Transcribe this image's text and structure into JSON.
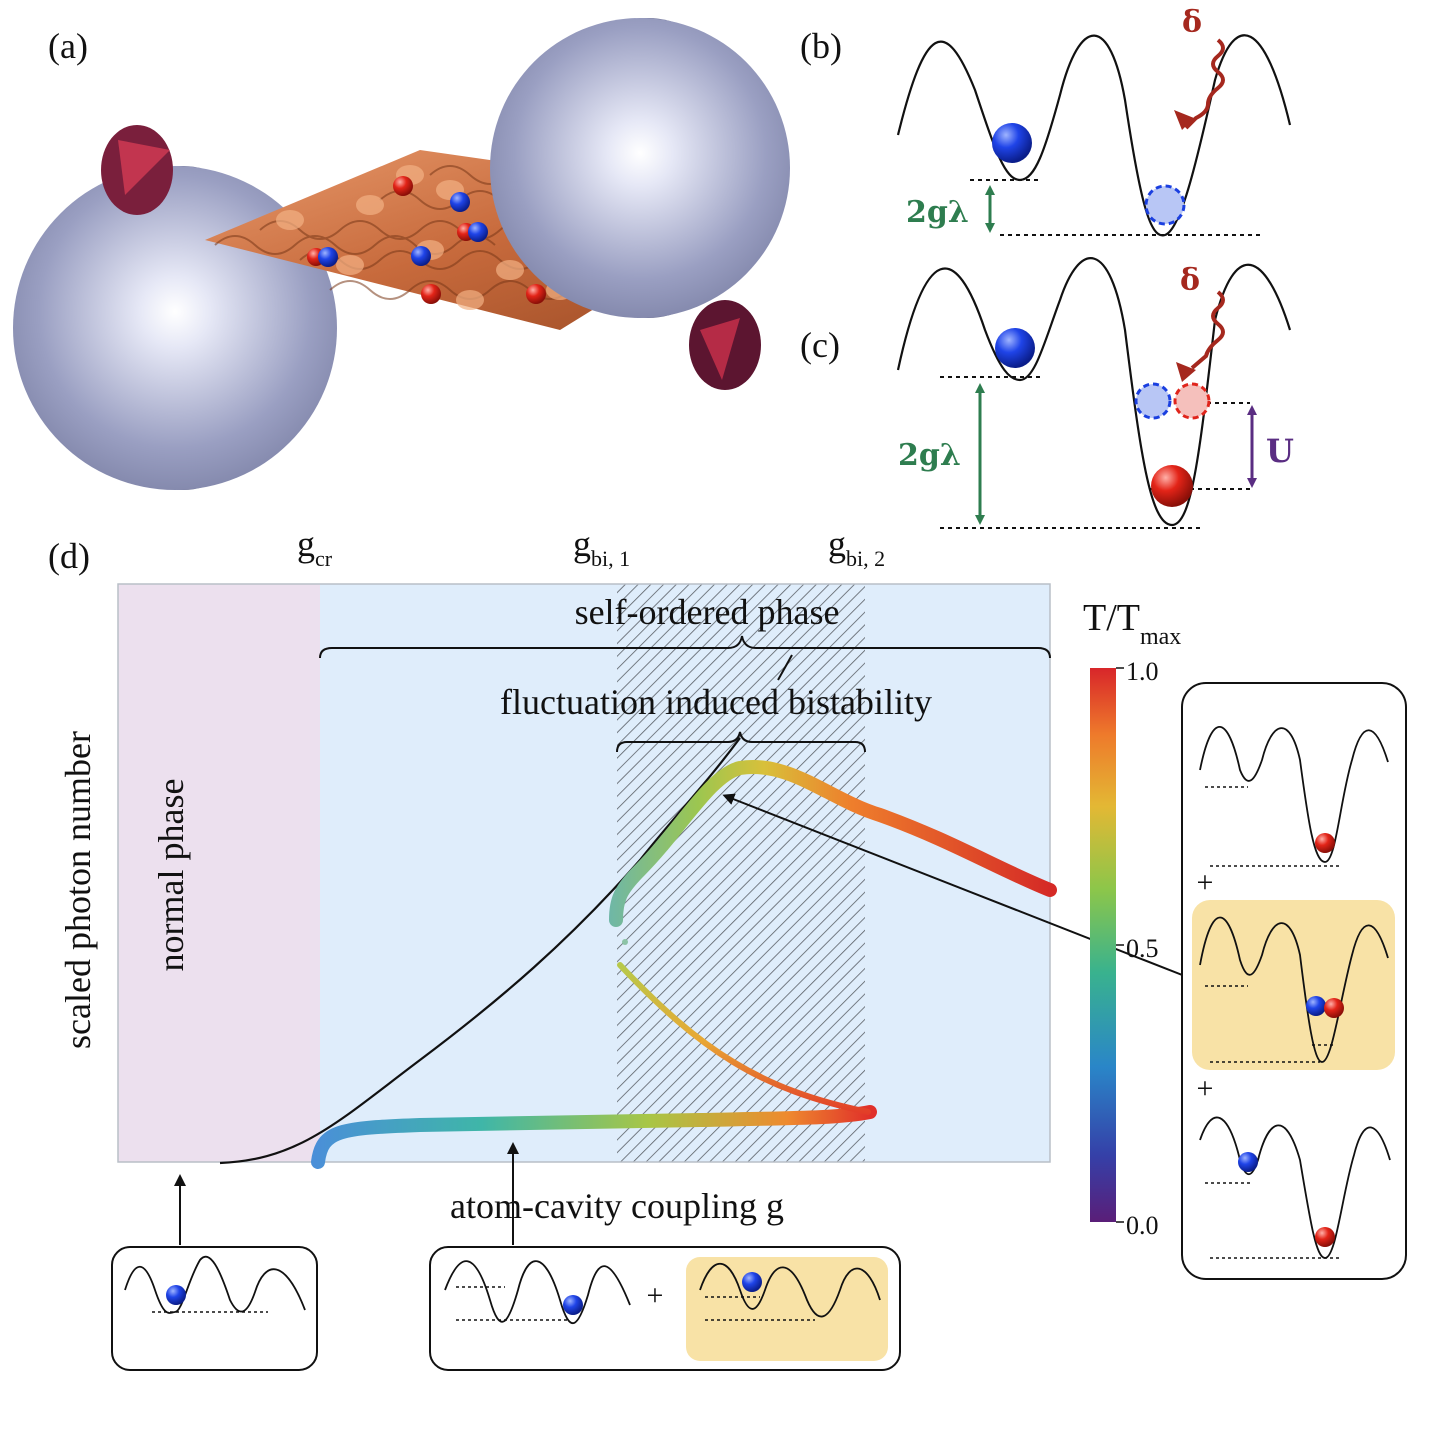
{
  "panel_labels": {
    "a": "(a)",
    "b": "(b)",
    "c": "(c)",
    "d": "(d)"
  },
  "panel_b": {
    "delta": "δ",
    "gap": "2gλ"
  },
  "panel_c": {
    "delta": "δ",
    "gap": "2gλ",
    "interaction": "U"
  },
  "panel_d": {
    "g_cr": {
      "base": "g",
      "sub": "cr"
    },
    "g_bi1": {
      "base": "g",
      "sub": "bi, 1"
    },
    "g_bi2": {
      "base": "g",
      "sub": "bi, 2"
    },
    "ylabel": "scaled photon number",
    "xlabel": "atom-cavity coupling g",
    "normal_phase": "normal phase",
    "self_ordered": "self-ordered phase",
    "bistability": "fluctuation induced bistability",
    "plus": "+"
  },
  "colorbar": {
    "title_base": "T/T",
    "title_sub": "max",
    "ticks": [
      "1.0",
      "0.5",
      "0.0"
    ],
    "tick_values": [
      1.0,
      0.5,
      0.0
    ]
  },
  "colors": {
    "normal_bg": "#ece0ee",
    "ordered_bg": "#dfedfb",
    "highlight": "#f8e2a6",
    "atom_blue": "#1a3fe0",
    "atom_red": "#e0251c",
    "green_arrow": "#2e7d4f",
    "purple_arrow": "#5a2d82",
    "photon": "#a5281e"
  }
}
